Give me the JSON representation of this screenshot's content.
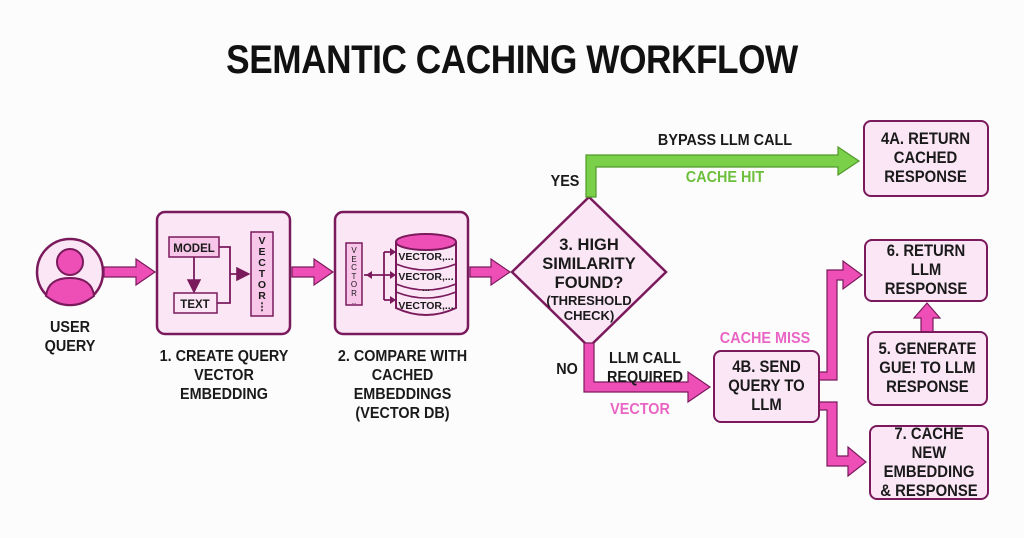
{
  "title": "SEMANTIC CACHING WORKFLOW",
  "colors": {
    "accent_pink": "#ee4fb6",
    "box_fill": "#fbe6f5",
    "box_border": "#7a1a5c",
    "cache_hit_green": "#6cbf3a",
    "cache_miss_pink": "#e865c3"
  },
  "user": {
    "icon": "user-icon",
    "label": "USER\nQUERY"
  },
  "step1": {
    "label": "1. CREATE QUERY\nVECTOR\nEMBEDDING",
    "model": "MODEL",
    "text": "TEXT",
    "vector": "VECTOR",
    "vector_tail": "⋮"
  },
  "step2": {
    "label": "2. COMPARE WITH\nCACHED\nEMBEDDINGS\n(VECTOR DB)",
    "vector": "VECTOR",
    "vector_tail": "..",
    "db_rows": [
      "VECTOR,...",
      "VECTOR,...",
      "...",
      "VECTOR,..."
    ]
  },
  "step3": {
    "line1": "3. HIGH",
    "line2": "SIMILARITY",
    "line3": "FOUND?",
    "line4": "(THRESHOLD",
    "line5": "CHECK)"
  },
  "branches": {
    "yes": "YES",
    "no": "NO",
    "bypass": "BYPASS LLM CALL",
    "cache_hit": "CACHE HIT",
    "llm_call": "LLM CALL\nREQUIRED",
    "vector": "VECTOR",
    "cache_miss": "CACHE MISS"
  },
  "step4a": "4A. RETURN\nCACHED\nRESPONSE",
  "step4b": "4B. SEND\nQUERY TO\nLLM",
  "step5": "5. GENERATE\nGUE! TO LLM\nRESPONSE",
  "step6": "6. RETURN\nLLM RESPONSE",
  "step7": "7. CACHE NEW\nEMBEDDING\n& RESPONSE"
}
